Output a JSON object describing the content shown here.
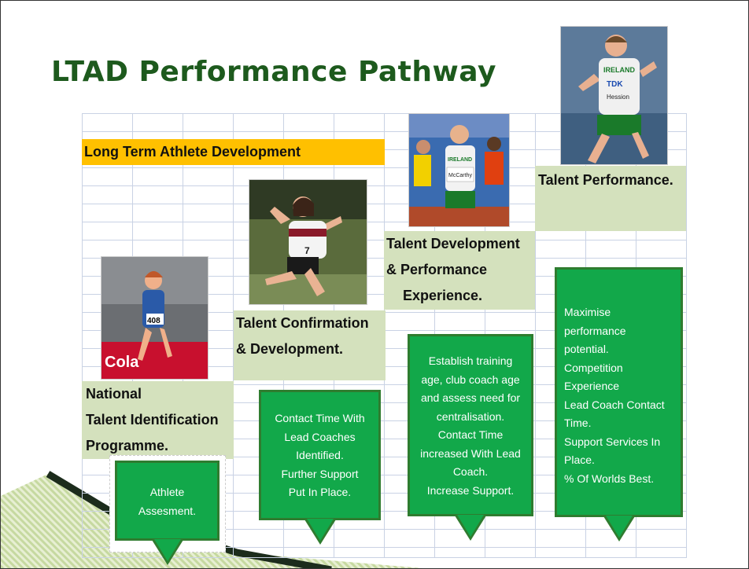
{
  "slide": {
    "title": "LTAD Performance Pathway",
    "banner": "Long Term Athlete Development",
    "stages": [
      {
        "lines": [
          "National",
          "Talent Identification",
          "Programme."
        ]
      },
      {
        "lines": [
          "Talent Confirmation",
          "& Development."
        ]
      },
      {
        "lines": [
          "Talent Development",
          "& Performance",
          "Experience."
        ]
      },
      {
        "lines": [
          "Talent Performance."
        ]
      }
    ],
    "callouts": [
      {
        "lines": [
          "Athlete",
          "Assesment."
        ]
      },
      {
        "lines": [
          "Contact Time With",
          "Lead Coaches",
          "Identified.",
          "Further Support",
          "Put In Place."
        ]
      },
      {
        "lines": [
          "Establish training",
          "age, club coach age",
          "and assess need for",
          "centralisation.",
          "Contact Time",
          "increased With Lead",
          "Coach.",
          "Increase Support."
        ]
      },
      {
        "lines": [
          "Maximise",
          "performance",
          "potential.",
          "Competition",
          "Experience",
          "Lead Coach Contact",
          "Time.",
          "Support Services In",
          "Place.",
          "% Of Worlds Best."
        ]
      }
    ],
    "photo_bibs": [
      "408",
      "7"
    ],
    "photo_texts": [
      "Cola",
      "IRELAND",
      "TDK",
      "Hession",
      "McCarthy"
    ]
  }
}
